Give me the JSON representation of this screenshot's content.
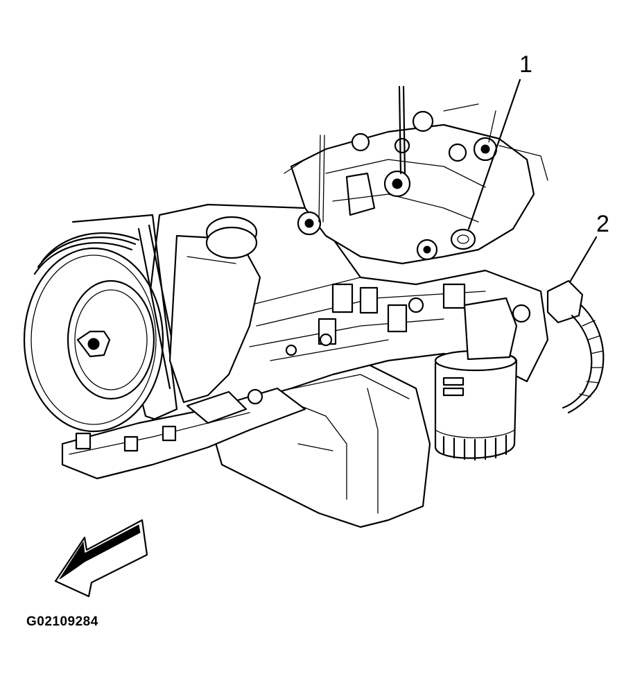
{
  "figure": {
    "code": "G02109284",
    "callouts": [
      {
        "number": "1"
      },
      {
        "number": "2"
      }
    ]
  },
  "icons": {
    "direction_arrow": "front-direction-arrow-icon"
  }
}
